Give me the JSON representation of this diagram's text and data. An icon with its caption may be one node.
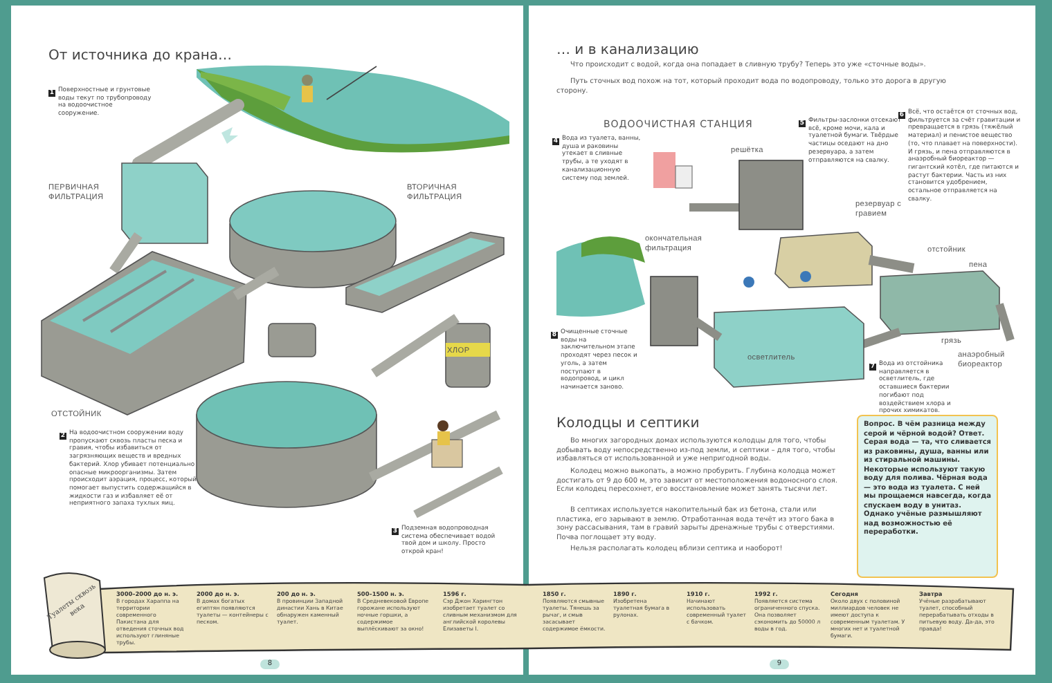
{
  "diagram": {
    "labels": [
      "От источника до крана…",
      "1",
      "Поверхностные и грунтовые воды текут по трубопроводу на водоочистное сооружение.",
      "ПЕРВИЧНАЯ ФИЛЬТРАЦИЯ",
      "ВТОРИЧНАЯ ФИЛЬТРАЦИЯ",
      "ХЛОР",
      "ОТСТОЙНИК",
      "2",
      "На водоочистном сооружении воду пропускают сквозь пласты песка и гравия, чтобы избавиться от загрязняющих веществ и вредных бактерий. Хлор убивает потенциально опасные микроорганизмы. Затем происходит аэрация, процесс, который помогает выпустить содержащийся в жидкости газ и избавляет её от неприятного запаха тухлых яиц.",
      "3",
      "Подземная водопроводная система обеспечивает водой твой дом и школу. Просто открой кран!",
      "… и в канализацию",
      "Что происходит с водой, когда она попадает в сливную трубу? Теперь это уже «сточные воды».",
      "Путь сточных вод похож на тот, который проходит вода по водопроводу, только это дорога в другую сторону.",
      "ВОДООЧИСТНАЯ СТАНЦИЯ",
      "4",
      "Вода из туалета, ванны, душа и раковины утекает в сливные трубы, а те уходят в канализационную систему под землей.",
      "5",
      "Фильтры-заслонки отсекают всё, кроме мочи, кала и туалетной бумаги. Твёрдые частицы оседают на дно резервуара, а затем отправляются на свалку.",
      "6",
      "Всё, что остаётся от сточных вод, фильтруется за счёт гравитации и превращается в грязь (тяжёлый материал) и пенистое вещество (то, что плавает на поверхности). И грязь, и пена отправляются в анаэробный биореактор — гигантский котёл, где питаются и растут бактерии. Часть из них становится удобрением, остальное отправляется на свалку.",
      "решётка",
      "резервуар с гравием",
      "окончательная фильтрация",
      "отстойник",
      "пена",
      "грязь",
      "8",
      "Очищенные сточные воды на заключительном этапе проходят через песок и уголь, а затем поступают в водопровод, и цикл начинается заново.",
      "осветлитель",
      "7",
      "Вода из отстойника направляется в осветлитель, где оставшиеся бактерии погибают под воздействием хлора и прочих химикатов.",
      "анаэробный биореактор",
      "Колодцы и септики",
      "Во многих загородных домах используются колодцы для того, чтобы добывать воду непосредственно из-под земли, и септики – для того, чтобы избавляться от использованной и уже непригодной воды.",
      "Колодец можно выкопать, а можно пробурить. Глубина колодца может достигать от 9 до 600 м, это зависит от местоположения водоносного слоя. Если колодец пересохнет, его восстановление может занять тысячи лет.",
      "В септиках используется накопительный бак из бетона, стали или пластика, его зарывают в землю. Отработанная вода течёт из этого бака в зону рассасывания, там в гравий зарыты дренажные трубы с отверстиями. Почва поглощает эту воду.",
      "Нельзя располагать колодец вблизи септика и наоборот!",
      "Вопрос. В чём разница между серой и чёрной водой? Ответ. Серая вода — та, что сливается из раковины, душа, ванны или из стиральной машины. Некоторые используют такую воду для полива. Чёрная вода — это вода из туалета. С ней мы прощаемся навсегда, когда спускаем воду в унитаз. Однако учёные размышляют над возможностью её переработки.",
      "Туалеты сквозь века",
      "3000–2000 до н. э.",
      "В городах Хараппа на территории современного Пакистана для отведения сточных вод используют глиняные трубы.",
      "2000 до н. э.",
      "В домах богатых египтян появляются туалеты — контейнеры с песком.",
      "200 до н. э.",
      "В провинции Западной династии Хань в Китае обнаружен каменный туалет.",
      "500–1500 н. э.",
      "В Средневековой Европе горожане используют ночные горшки, а содержимое выплёскивают за окно!",
      "1596 г.",
      "Сэр Джон Харингтон изобретает туалет со сливным механизмом для английской королевы Елизаветы I.",
      "1850 г.",
      "Появляются смывные туалеты. Тянешь за рычаг, и смыв засасывает содержимое ёмкости.",
      "1890 г.",
      "Изобретена туалетная бумага в рулонах.",
      "1910 г.",
      "Начинают использовать современный туалет с бачком.",
      "1992 г.",
      "Появляется система ограниченного спуска. Она позволяет сэкономить до 50000 л воды в год.",
      "Сегодня",
      "Около двух с половиной миллиардов человек не имеют доступа к современным туалетам. У многих нет и туалетной бумаги.",
      "Завтра",
      "Учёные разрабатывают туалет, способный перерабатывать отходы в питьевую воду. Да-да, это правда!",
      "8",
      "9"
    ]
  }
}
